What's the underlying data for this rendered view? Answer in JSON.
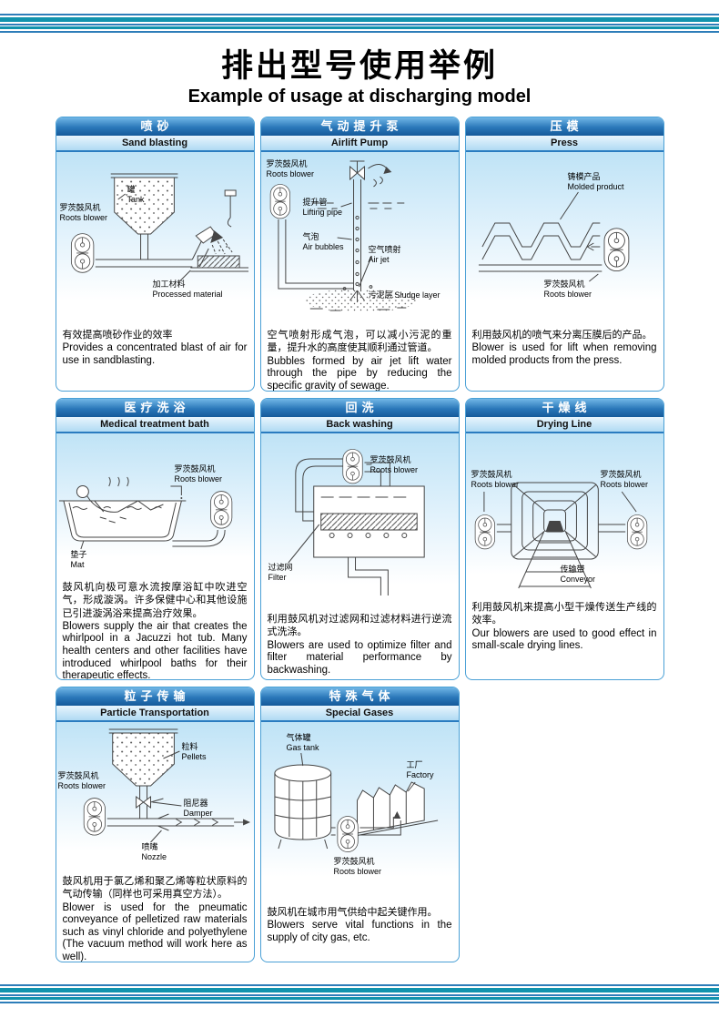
{
  "page": {
    "title_cn": "排出型号使用举例",
    "title_en": "Example of usage at discharging model"
  },
  "colors": {
    "accent_blue": "#2a7cc0",
    "band_teal": "#1193ad",
    "band_blue": "#2d7db9"
  },
  "panels": [
    {
      "title_cn": "喷砂",
      "title_en": "Sand blasting",
      "labels": [
        {
          "cn": "罐",
          "en": "Tank"
        },
        {
          "cn": "罗茨鼓风机",
          "en": "Roots blower"
        },
        {
          "cn": "加工材料",
          "en": "Processed material"
        }
      ],
      "caption_cn": "有效提高喷砂作业的效率",
      "caption_en": "Provides a concentrated blast of air for use in sandblasting."
    },
    {
      "title_cn": "气动提升泵",
      "title_en": "Airlift Pump",
      "labels": [
        {
          "cn": "罗茨鼓风机",
          "en": "Roots blower"
        },
        {
          "cn": "提升管",
          "en": "Lifting pipe"
        },
        {
          "cn": "气泡",
          "en": "Air bubbles"
        },
        {
          "cn": "空气喷射",
          "en": "Air jet"
        },
        {
          "cn": "污泥层",
          "en": "Sludge layer"
        }
      ],
      "caption_cn": "空气喷射形成气泡，可以减小污泥的重量，提升水的高度使其顺利通过管道。",
      "caption_en": "Bubbles formed by air jet lift water through the pipe by reducing the specific gravity of sewage."
    },
    {
      "title_cn": "压模",
      "title_en": "Press",
      "labels": [
        {
          "cn": "铸模产品",
          "en": "Molded product"
        },
        {
          "cn": "罗茨鼓风机",
          "en": "Roots blower"
        }
      ],
      "caption_cn": "利用鼓风机的喷气来分离压膜后的产品。",
      "caption_en": "Blower is used for lift when removing molded products from the press."
    },
    {
      "title_cn": "医疗洗浴",
      "title_en": "Medical treatment bath",
      "labels": [
        {
          "cn": "罗茨鼓风机",
          "en": "Roots blower"
        },
        {
          "cn": "垫子",
          "en": "Mat"
        }
      ],
      "caption_cn": "鼓风机向极可意水流按摩浴缸中吹进空气，形成漩涡。许多保健中心和其他设施已引进漩涡浴来提高治疗效果。",
      "caption_en": "Blowers supply the air that creates the whirlpool in a Jacuzzi hot tub. Many health centers and other facilities have introduced whirlpool baths for their therapeutic effects."
    },
    {
      "title_cn": "回洗",
      "title_en": "Back washing",
      "labels": [
        {
          "cn": "罗茨鼓风机",
          "en": "Roots blower"
        },
        {
          "cn": "过滤网",
          "en": "Filter"
        }
      ],
      "caption_cn": "利用鼓风机对过滤网和过滤材料进行逆流式洗涤。",
      "caption_en": "Blowers are used to optimize filter and filter material performance by backwashing."
    },
    {
      "title_cn": "干燥线",
      "title_en": "Drying Line",
      "labels": [
        {
          "cn": "罗茨鼓风机",
          "en": "Roots blower"
        },
        {
          "cn": "罗茨鼓风机",
          "en": "Roots blower"
        },
        {
          "cn": "传输带",
          "en": "Conveyor"
        }
      ],
      "caption_cn": "利用鼓风机来提高小型干燥传送生产线的效率。",
      "caption_en": "Our blowers are used to good effect in small-scale drying lines."
    },
    {
      "title_cn": "粒子传输",
      "title_en": "Particle Transportation",
      "labels": [
        {
          "cn": "粒料",
          "en": "Pellets"
        },
        {
          "cn": "罗茨鼓风机",
          "en": "Roots blower"
        },
        {
          "cn": "阻尼器",
          "en": "Damper"
        },
        {
          "cn": "喷嘴",
          "en": "Nozzle"
        }
      ],
      "caption_cn": "鼓风机用于氯乙烯和聚乙烯等粒状原料的气动传输（同样也可采用真空方法）。",
      "caption_en": "Blower is used for the pneumatic conveyance of pelletized raw materials such as vinyl chloride and polyethylene (The vacuum method will work here as well)."
    },
    {
      "title_cn": "特殊气体",
      "title_en": "Special Gases",
      "labels": [
        {
          "cn": "气体罐",
          "en": "Gas tank"
        },
        {
          "cn": "工厂",
          "en": "Factory"
        },
        {
          "cn": "罗茨鼓风机",
          "en": "Roots blower"
        }
      ],
      "caption_cn": "鼓风机在城市用气供给中起关键作用。",
      "caption_en": "Blowers serve vital functions in the supply of city gas, etc."
    }
  ]
}
